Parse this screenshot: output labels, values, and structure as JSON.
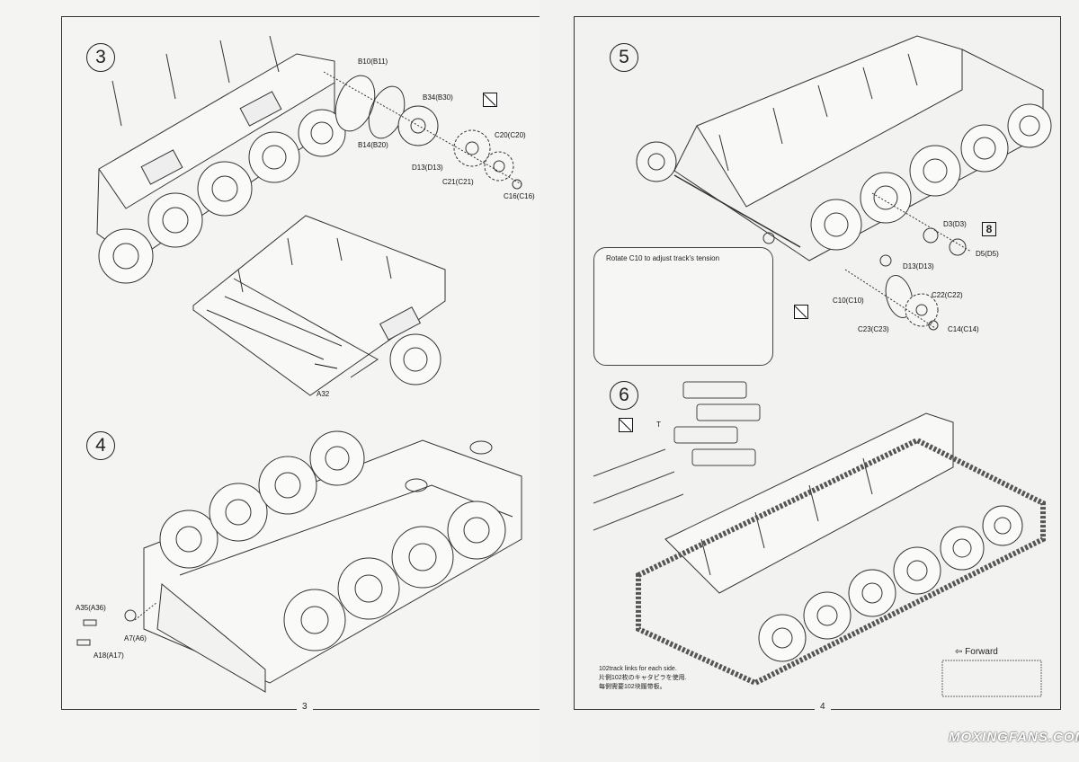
{
  "pages": [
    {
      "page_number": "3",
      "steps": [
        {
          "number": "3",
          "labels": [
            "B10(B11)",
            "B34(B30)",
            "B14(B20)",
            "C20(C20)",
            "D13(D13)",
            "C21(C21)",
            "C16(C16)",
            "A32"
          ]
        },
        {
          "number": "4",
          "labels": [
            "A35(A36)",
            "A7(A6)",
            "A18(A17)"
          ]
        }
      ]
    },
    {
      "page_number": "4",
      "steps": [
        {
          "number": "5",
          "callout_title": "Rotate C10 to adjust track's tension",
          "labels": [
            "D3(D3)",
            "D13(D13)",
            "D5(D5)",
            "C10(C10)",
            "C22(C22)",
            "C23(C23)",
            "C14(C14)"
          ],
          "quantity": "8"
        },
        {
          "number": "6",
          "labels": [
            "T"
          ],
          "note_lines": [
            "102track links for each side.",
            "片側102枚のキャタピラを使用.",
            "每側需要102块履带板。"
          ],
          "direction": "Forward"
        }
      ]
    }
  ],
  "watermark": "MOXINGFANS.COM",
  "icons": {
    "no_cut": "no-cut-icon",
    "arrow_left": "arrow-left-icon"
  }
}
